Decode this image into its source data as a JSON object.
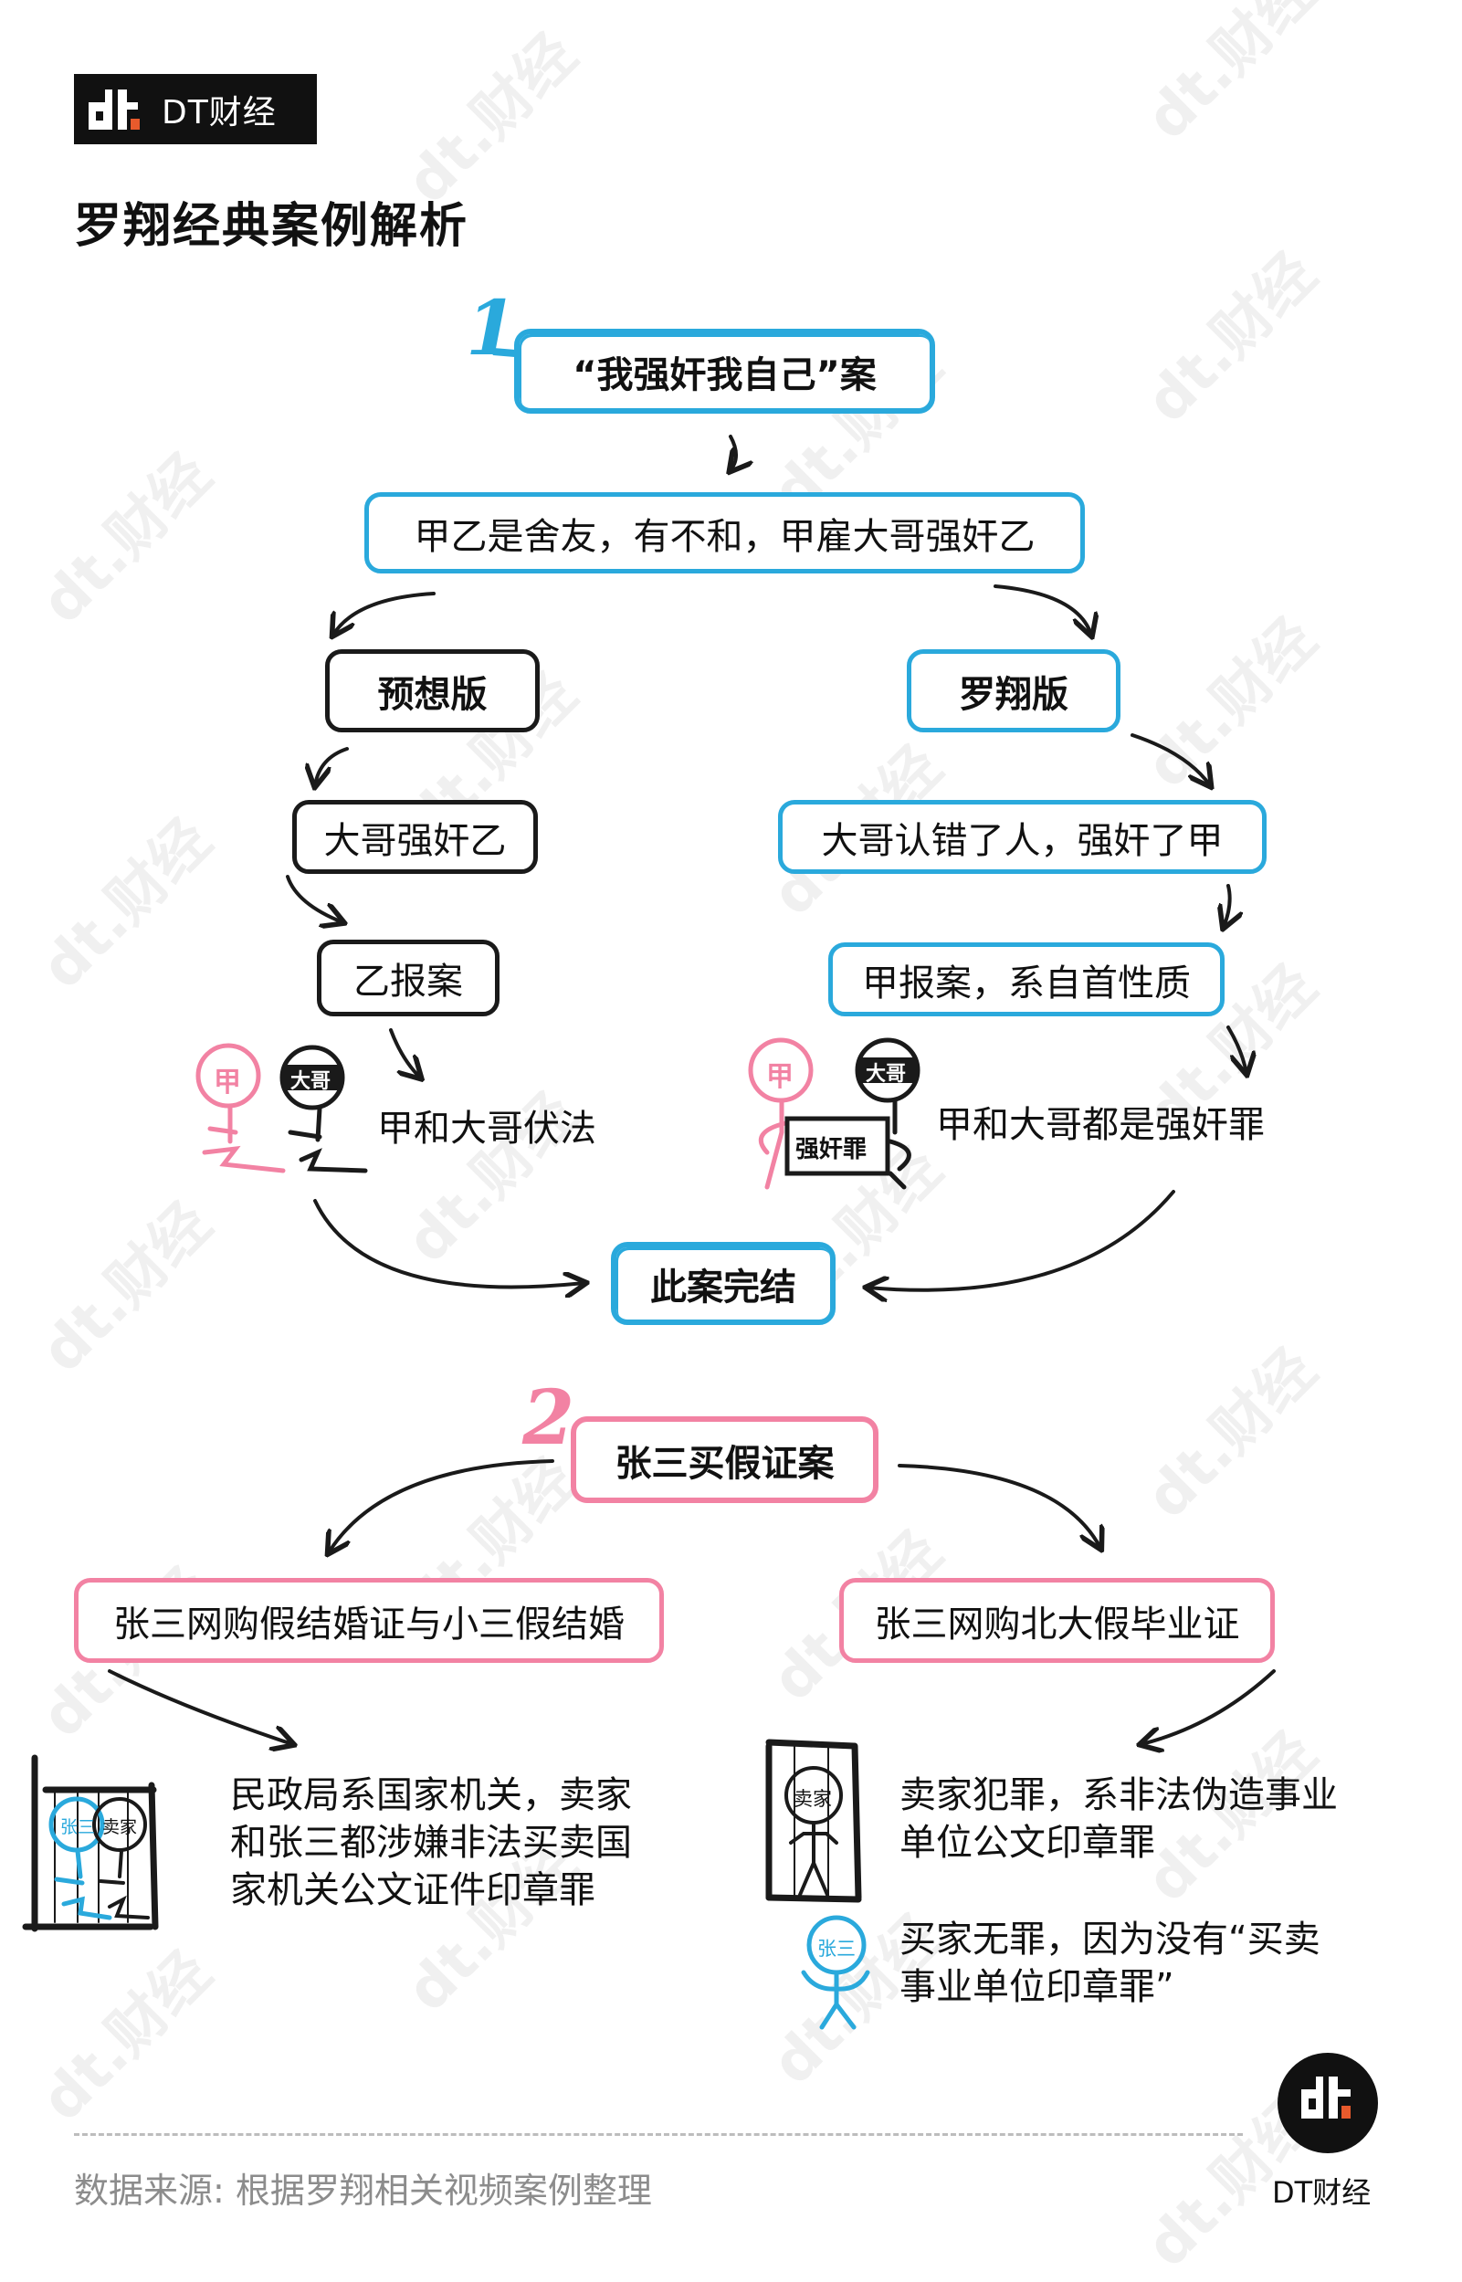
{
  "brand": {
    "name": "DT财经",
    "mark": "dt",
    "accent_color": "#e85a2c"
  },
  "title": "罗翔经典案例解析",
  "colors": {
    "blue": "#2aa9dc",
    "pink": "#f282a3",
    "black": "#1a1a1a"
  },
  "case1": {
    "number": "1",
    "title": "“我强奸我自己”案",
    "premise": "甲乙是舍友，有不和，甲雇大哥强奸乙",
    "left": {
      "label": "预想版",
      "step1": "大哥强奸乙",
      "step2": "乙报案",
      "figures": [
        "甲",
        "大哥"
      ],
      "result": "甲和大哥伏法"
    },
    "right": {
      "label": "罗翔版",
      "step1": "大哥认错了人，强奸了甲",
      "step2": "甲报案，系自首性质",
      "figures": [
        "甲",
        "大哥"
      ],
      "sign": "强奸罪",
      "result": "甲和大哥都是强奸罪"
    },
    "conclusion": "此案完结"
  },
  "case2": {
    "number": "2",
    "title": "张三买假证案",
    "left": {
      "label": "张三网购假结婚证与小三假结婚",
      "figures": [
        "张三",
        "卖家"
      ],
      "result": "民政局系国家机关，卖家\n和张三都涉嫌非法买卖国\n家机关公文证件印章罪",
      "result_lines": [
        "民政局系国家机关，卖家",
        "和张三都涉嫌非法买卖国",
        "家机关公文证件印章罪"
      ]
    },
    "right": {
      "label": "张三网购北大假毕业证",
      "seller_figure": "卖家",
      "seller_result_lines": [
        "卖家犯罪，系非法伪造事业",
        "单位公文印章罪"
      ],
      "buyer_figure": "张三",
      "buyer_result_lines": [
        "买家无罪，因为没有“买卖",
        "事业单位印章罪”"
      ]
    }
  },
  "footer": {
    "source": "数据来源: 根据罗翔相关视频案例整理",
    "logo_text": "DT财经"
  },
  "watermark": "dt.财经"
}
